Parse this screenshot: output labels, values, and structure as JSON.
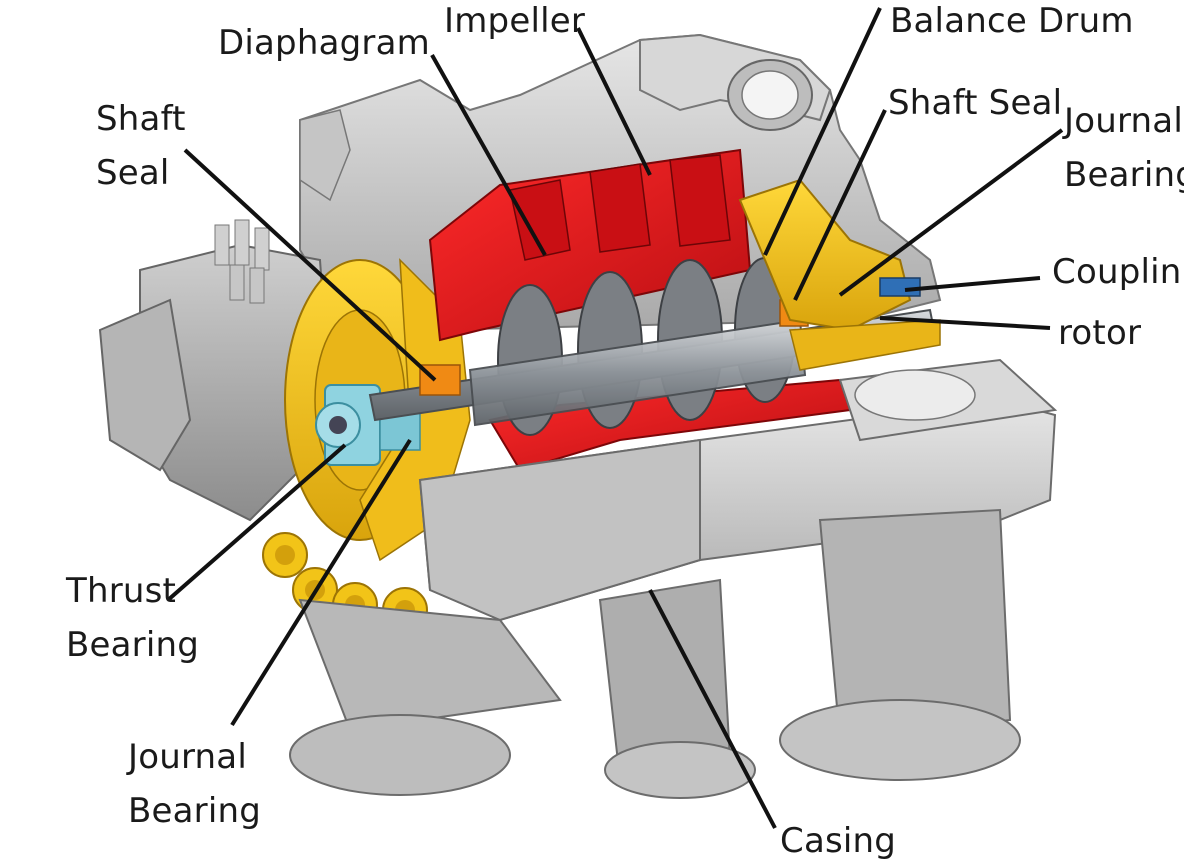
{
  "labels": {
    "diaphragm": "Diaphagram",
    "impeller": "Impeller",
    "balance_drum": "Balance Drum",
    "shaft_seal_right": "Shaft Seal",
    "journal_bearing_right": [
      "Journal",
      "Bearing"
    ],
    "coupling": "Couplin",
    "rotor": "rotor",
    "shaft_seal_left": [
      "Shaft",
      "Seal"
    ],
    "thrust_bearing": [
      "Thrust",
      "Bearing"
    ],
    "journal_bearing_left": [
      "Journal",
      "Bearing"
    ],
    "casing": "Casing"
  },
  "colors": {
    "background": "#ffffff",
    "casing_gray": "#c9c9c9",
    "impeller_red": "#e0141b",
    "bearing_yellow": "#f2c418",
    "rotor_steel": "#9aa0a6",
    "seal_orange": "#f08a14",
    "thrust_cyan": "#8fd3e0",
    "leader_line": "#111111"
  }
}
